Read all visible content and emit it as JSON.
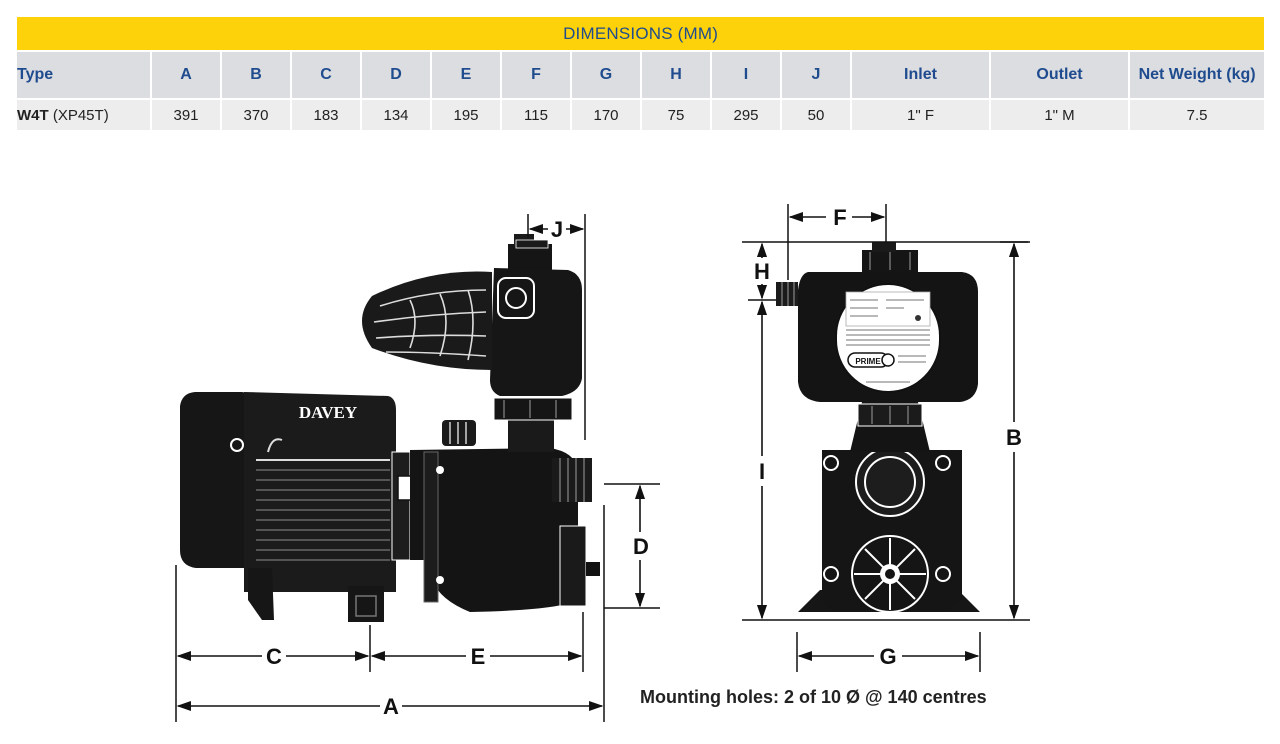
{
  "table": {
    "banner": "DIMENSIONS (MM)",
    "headers": [
      "Type",
      "A",
      "B",
      "C",
      "D",
      "E",
      "F",
      "G",
      "H",
      "I",
      "J",
      "Inlet",
      "Outlet",
      "Net Weight (kg)"
    ],
    "row": {
      "model_bold": "W4T",
      "model_suffix": " (XP45T)",
      "cells": [
        "391",
        "370",
        "183",
        "134",
        "195",
        "115",
        "170",
        "75",
        "295",
        "50",
        "1\" F",
        "1\" M",
        "7.5"
      ]
    }
  },
  "colors": {
    "banner_bg": "#fdd20a",
    "header_text": "#1f4c8f",
    "header_bg": "#dcdde0",
    "row_bg": "#ededee"
  },
  "drawing": {
    "brand_label": "DAVEY",
    "prime_label": "PRIME",
    "dimension_labels": {
      "A": "A",
      "B": "B",
      "C": "C",
      "D": "D",
      "E": "E",
      "F": "F",
      "G": "G",
      "H": "H",
      "I": "I",
      "J": "J"
    },
    "mounting_note": "Mounting holes: 2 of 10 Ø @ 140 centres"
  }
}
